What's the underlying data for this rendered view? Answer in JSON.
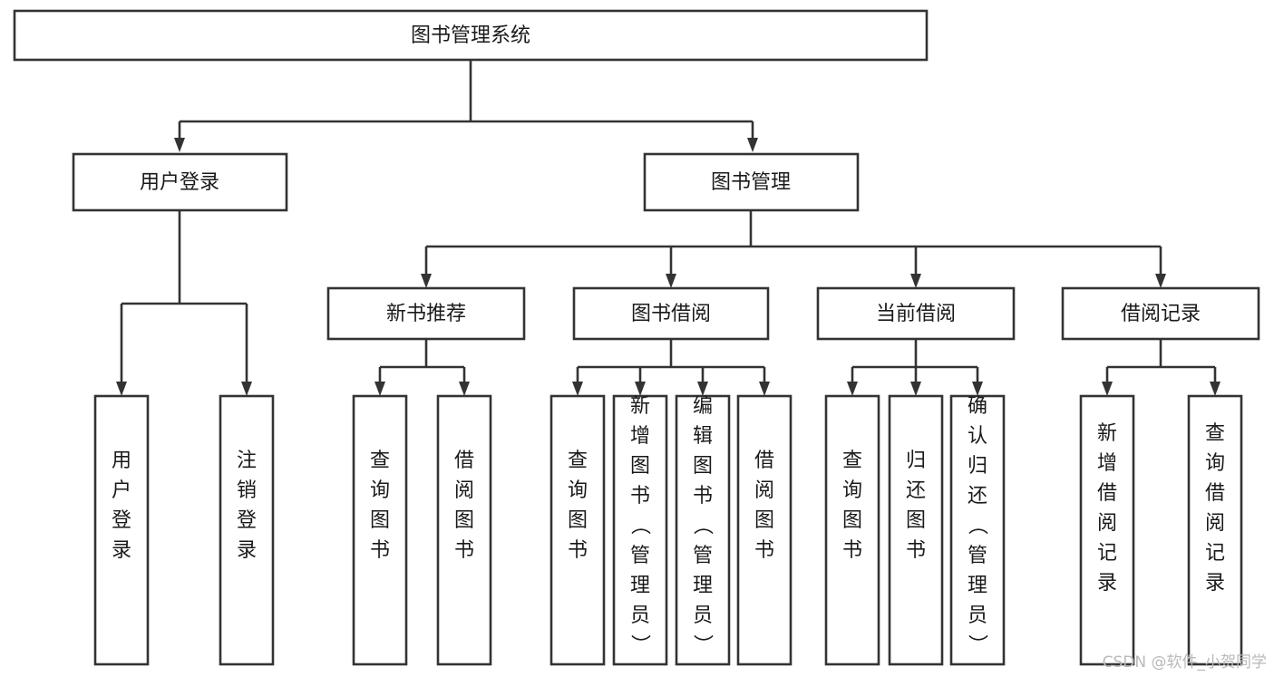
{
  "diagram": {
    "title": "图书管理系统",
    "type": "tree",
    "watermark": "CSDN @软件_小贺同学",
    "colors": {
      "box_stroke": "#333333",
      "box_fill": "#ffffff",
      "text": "#1a1a1a",
      "watermark": "#b9b9b9",
      "background": "#ffffff"
    },
    "root": {
      "label": "图书管理系统"
    },
    "level2": [
      {
        "label": "用户登录"
      },
      {
        "label": "图书管理"
      }
    ],
    "level3": [
      {
        "label": "新书推荐"
      },
      {
        "label": "图书借阅"
      },
      {
        "label": "当前借阅"
      },
      {
        "label": "借阅记录"
      }
    ],
    "leaves": {
      "user_login": [
        {
          "label": "用户登录"
        },
        {
          "label": "注销登录"
        }
      ],
      "new_book_recommend": [
        {
          "label": "查询图书"
        },
        {
          "label": "借阅图书"
        }
      ],
      "book_borrow": [
        {
          "label": "查询图书"
        },
        {
          "label": "新增图书（管理员）"
        },
        {
          "label": "编辑图书（管理员）"
        },
        {
          "label": "借阅图书"
        }
      ],
      "current_borrow": [
        {
          "label": "查询图书"
        },
        {
          "label": "归还图书"
        },
        {
          "label": "确认归还（管理员）"
        }
      ],
      "borrow_record": [
        {
          "label": "新增借阅记录"
        },
        {
          "label": "查询借阅记录"
        }
      ]
    }
  }
}
